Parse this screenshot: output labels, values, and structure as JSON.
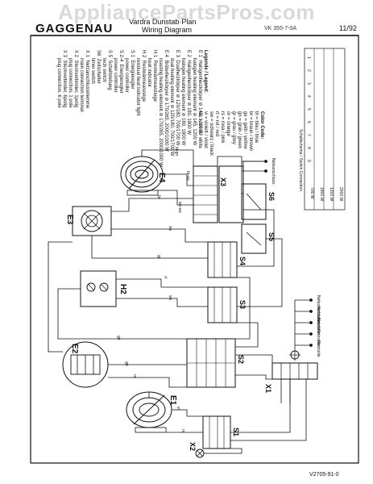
{
  "watermark": "AppliancePartsPros.com",
  "header": {
    "brand": "GAGGENAU",
    "title_line1": "Vardra Dunstab·Plan",
    "title_line2": "Wiring Diagram",
    "doc_number": "VK 355-7-0A",
    "date": "11/92"
  },
  "footer": {
    "code": "V2705-91-0"
  },
  "components": {
    "E1": "E1",
    "E2": "E2",
    "E3": "E3",
    "E4": "E4",
    "H2": "H2",
    "S1": "S1",
    "S2": "S2",
    "S3": "S3",
    "S4": "S4",
    "S5": "S5",
    "S6": "S6",
    "X1": "X1",
    "X2": "X2",
    "X3": "X3"
  },
  "legend": {
    "title": "Legende / Legend:",
    "items": [
      "E 1  Halogenheizkörper ⊘ 145, 1200 W",
      "      halogen heating element ⊘ 145, 1200 W",
      "E 2  Halogenheizkörper ⊘ 180, 1800 W",
      "      halogen heating element ⊘ 180, 1800 W",
      "E 3  Dualheizkörper ⊘ 120/180, 700/1700 W",
      "      dual heating element ⊘ 120/180, 700/1700 W",
      "E 4  Bräterheizkörper ⊘ 170/265, 2000/1000 W",
      "      roasting heating element ⊘ 170/265, 2000/1000 W",
      "H 1  Restwärmeanzeige",
      "      heat indicator",
      "H 2  Restwärmeanzeige",
      "      residual heat indicator light",
      "S 1  Energieregler",
      "      power controller",
      "S 2-4  Energieregler",
      "      power controller",
      "S 5  Schaltstellung",
      "      tech switch",
      "S6  Zeitschalter",
      "      timer switch",
      "X 1  Netzanschlussklemme",
      "      main connection terminal",
      "X 2  Steckverbinder, 1polig",
      "      plug connection, 1 pole",
      "X 3  Steckverbinder, 6polig",
      "      plug connection, 6 pole"
    ]
  },
  "color_code": {
    "title": "Color Code:",
    "items": [
      "bl = blau / blue",
      "br = braun / brown",
      "ge = gelb / yellow",
      "gn = grün / green",
      "gr = grau / grey",
      "or = orange",
      "rs = rosa / pink",
      "rt = rot / red",
      "sw = schwarz / black",
      "vi = violett / violet",
      "ws = weiß / white"
    ]
  },
  "power_table": {
    "title": "Schaltschema / Switch Connection",
    "columns": [
      "700 W",
      "1800 W",
      "1200 W",
      "2000 W"
    ],
    "rows": [
      "1",
      "2",
      "3",
      "4",
      "5",
      "6",
      "7",
      "8",
      "9"
    ]
  },
  "terminal_labels": [
    "Netzanschlussseite",
    "Netzseite",
    "Netzseite",
    "Netzseite",
    "Netzseite",
    "Netzanschluss"
  ],
  "wire_labels": [
    "bl-gn",
    "bl-sw",
    "ws-sw",
    "br",
    "sw",
    "gr",
    "rt",
    "ws",
    "ge",
    "gn",
    "or",
    "vi",
    "rs"
  ],
  "colors": {
    "ink": "#111111",
    "paper": "#ffffff",
    "watermark": "#d9d9d9"
  }
}
